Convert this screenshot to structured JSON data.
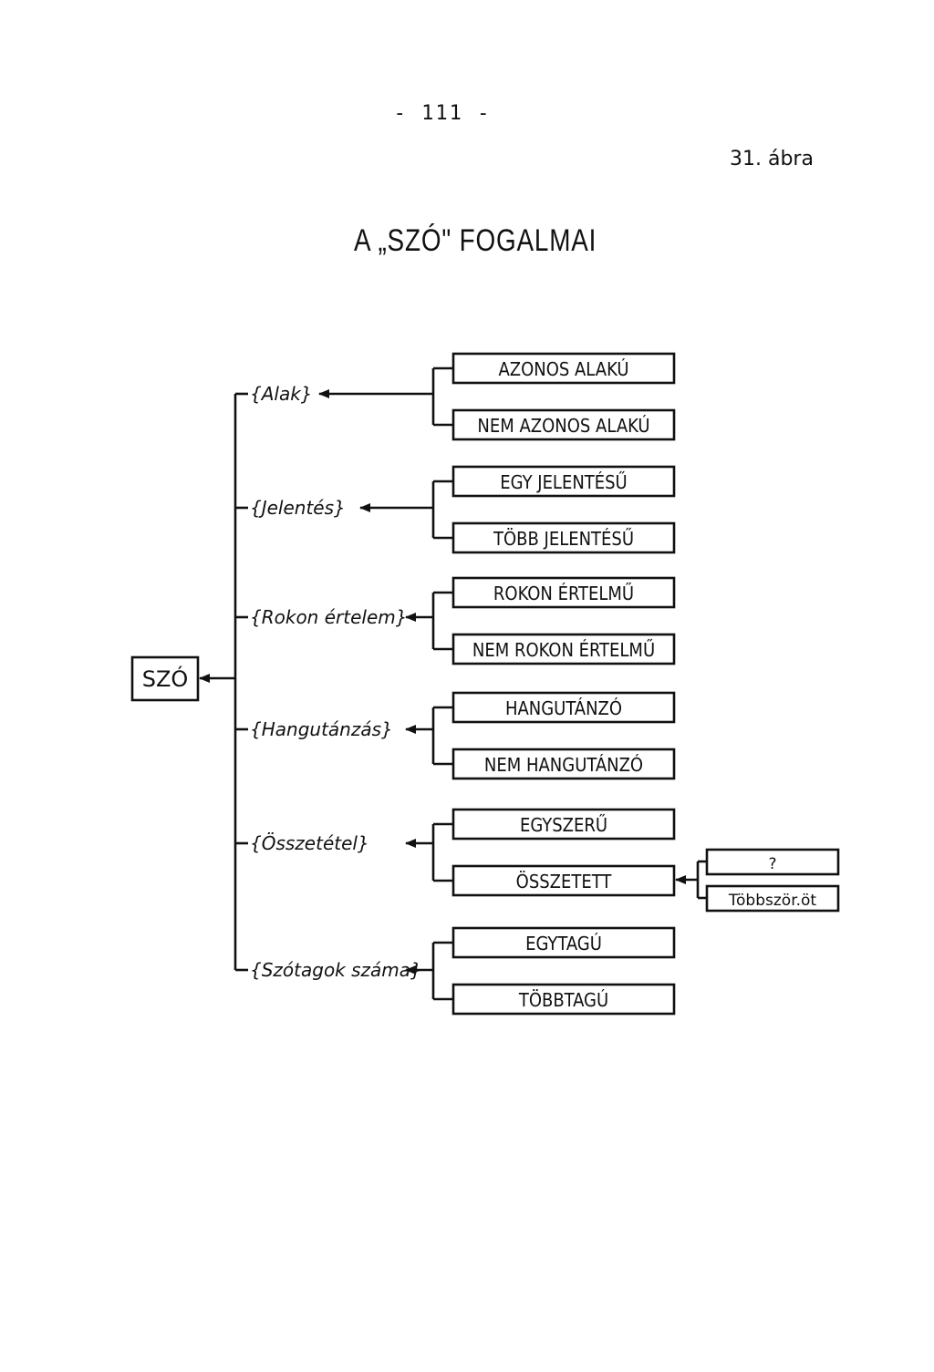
{
  "page_number": "- 111 -",
  "figure_label": "31. ábra",
  "title": "A „SZÓ\" FOGALMAI",
  "root": "SZÓ",
  "categories": [
    {
      "label": "{Alak}",
      "options": [
        "AZONOS ALAKÚ",
        "NEM AZONOS ALAKÚ"
      ]
    },
    {
      "label": "{Jelentés}",
      "options": [
        "EGY JELENTÉSŰ",
        "TÖBB JELENTÉSŰ"
      ]
    },
    {
      "label": "{Rokon értelem}",
      "options": [
        "ROKON ÉRTELMŰ",
        "NEM ROKON ÉRTELMŰ"
      ]
    },
    {
      "label": "{Hangutánzás}",
      "options": [
        "HANGUTÁNZÓ",
        "NEM HANGUTÁNZÓ"
      ]
    },
    {
      "label": "{Összetétel}",
      "options": [
        "EGYSZERŰ",
        "ÖSSZETETT"
      ]
    },
    {
      "label": "{Szótagok száma}",
      "options": [
        "EGYTAGÚ",
        "TÖBBTAGÚ"
      ]
    }
  ],
  "compound_subtypes": [
    "?",
    "Többször.öt"
  ]
}
